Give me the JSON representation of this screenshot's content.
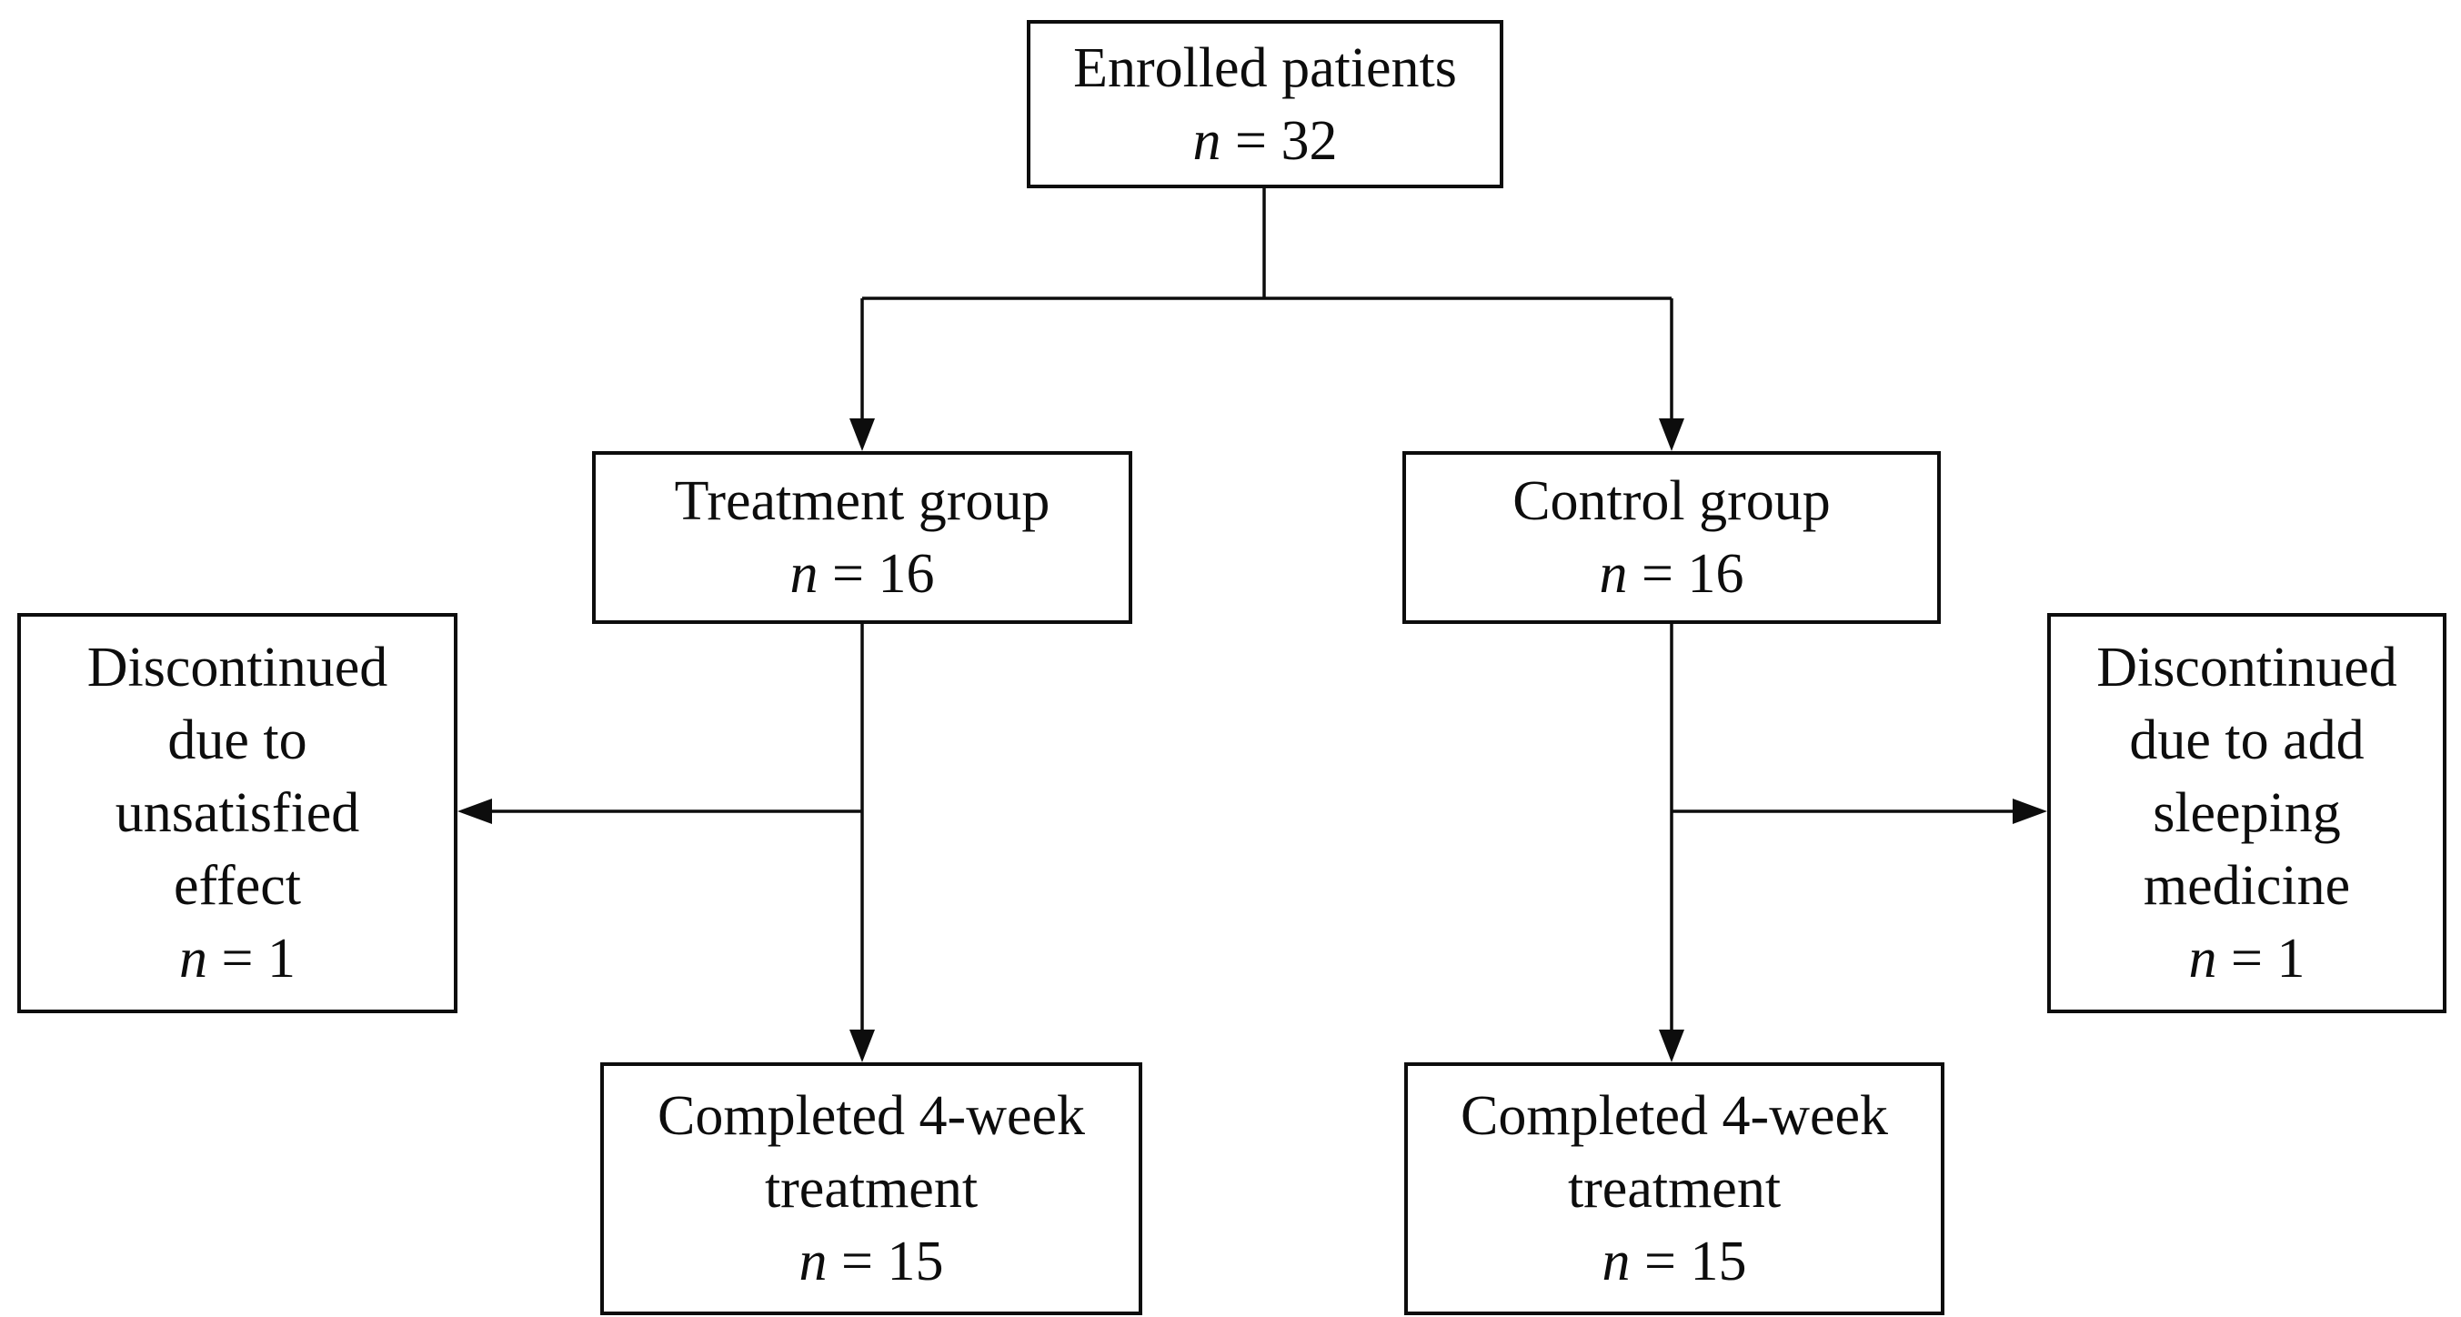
{
  "diagram": {
    "type": "flowchart",
    "background_color": "#ffffff",
    "line_color": "#0d0d0d",
    "boxes": {
      "enrolled": {
        "label": "Enrolled patients",
        "n_var": "n",
        "n_value": " = 32"
      },
      "treatment": {
        "label": "Treatment group",
        "n_var": "n",
        "n_value": " = 16"
      },
      "control": {
        "label": "Control group",
        "n_var": "n",
        "n_value": " = 16"
      },
      "discontinued_left": {
        "label": "Discontinued\ndue to\nunsatisfied\neffect",
        "n_var": "n",
        "n_value": " = 1"
      },
      "discontinued_right": {
        "label": "Discontinued\ndue to add\nsleeping\nmedicine",
        "n_var": "n",
        "n_value": " = 1"
      },
      "completed_left": {
        "label": "Completed 4-week\ntreatment",
        "n_var": "n",
        "n_value": " = 15"
      },
      "completed_right": {
        "label": "Completed 4-week\ntreatment",
        "n_var": "n",
        "n_value": " = 15"
      }
    },
    "edges": [
      "enrolled -> treatment",
      "enrolled -> control",
      "treatment -> discontinued_left",
      "treatment -> completed_left",
      "control -> discontinued_right",
      "control -> completed_right"
    ]
  }
}
